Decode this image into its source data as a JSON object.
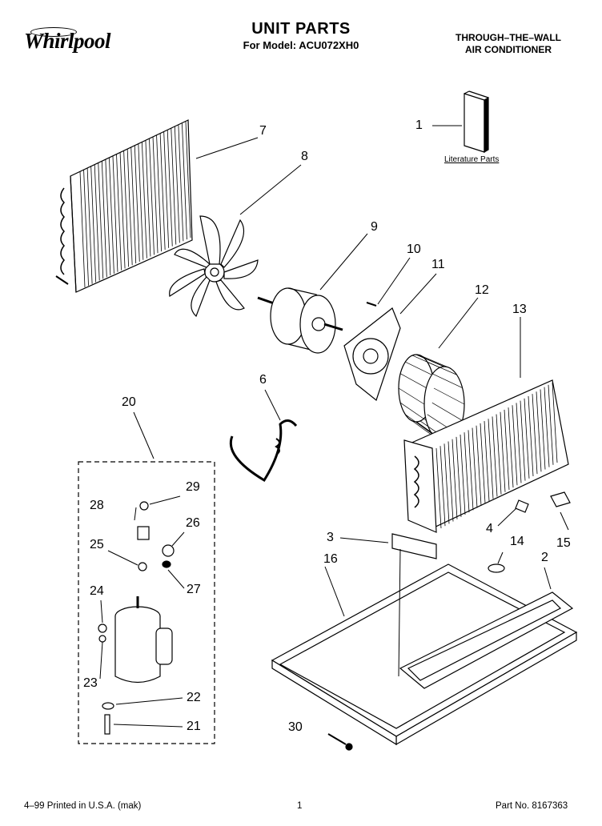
{
  "header": {
    "brand": "Whirlpool",
    "title": "UNIT PARTS",
    "subtitle": "For Model: ACU072XH0",
    "product_line1": "THROUGH–THE–WALL",
    "product_line2": "AIR CONDITIONER"
  },
  "literature_label": "Literature Parts",
  "callouts": [
    "1",
    "2",
    "3",
    "4",
    "6",
    "7",
    "8",
    "9",
    "10",
    "11",
    "12",
    "13",
    "14",
    "15",
    "16",
    "20",
    "21",
    "22",
    "23",
    "24",
    "25",
    "26",
    "27",
    "28",
    "29",
    "30"
  ],
  "footer": {
    "left": "4–99 Printed in U.S.A. (mak)",
    "center": "1",
    "right": "Part No. 8167363"
  }
}
